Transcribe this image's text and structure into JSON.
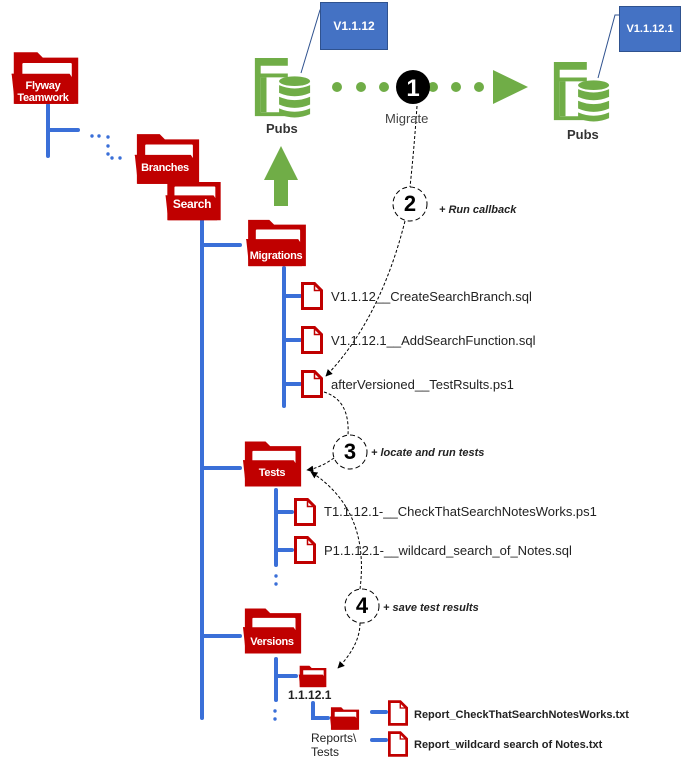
{
  "title": "Flyway Teamwork migration and testing workflow",
  "colors": {
    "folder": "#c00000",
    "tree_line": "#3a6fd8",
    "database": "#70ad47",
    "version_box": "#4472c4",
    "arrow": "#70ad47"
  },
  "folders": {
    "root": "Flyway Teamwork",
    "branches": "Branches",
    "search": "Search",
    "migrations": "Migrations",
    "tests": "Tests",
    "versions": "Versions",
    "version_1": "1.1.12.1",
    "reports": "Reports\\ Tests"
  },
  "databases": {
    "source": {
      "label": "Pubs",
      "version": "V1.1.12",
      "icon": "database-server-icon"
    },
    "target": {
      "label": "Pubs",
      "version": "V1.1.12.1",
      "icon": "database-server-icon"
    }
  },
  "steps": [
    {
      "number": "1",
      "label": "Migrate"
    },
    {
      "number": "2",
      "label": "+ Run callback"
    },
    {
      "number": "3",
      "label": "+ locate and run tests"
    },
    {
      "number": "4",
      "label": "+ save test results"
    }
  ],
  "migration_files": [
    "V1.1.12__CreateSearchBranch.sql",
    "V1.1.12.1__AddSearchFunction.sql",
    "afterVersioned__TestRsults.ps1"
  ],
  "test_files": [
    "T1.1.12.1-__CheckThatSearchNotesWorks.ps1",
    "P1.1.12.1-__wildcard_search_of_Notes.sql"
  ],
  "report_files": [
    "Report_CheckThatSearchNotesWorks.txt",
    "Report_wildcard search of Notes.txt"
  ]
}
